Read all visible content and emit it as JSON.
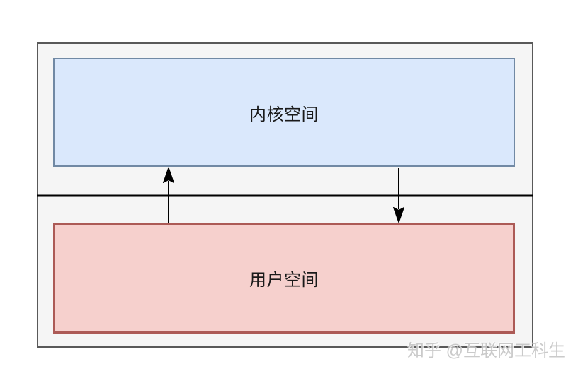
{
  "diagram": {
    "title_implied": "kernel/user space layout",
    "outer_container": {
      "role": "memory-layout-frame"
    },
    "kernel_space": {
      "label": "内核空间"
    },
    "user_space": {
      "label": "用户空间"
    },
    "divider": {
      "role": "kernel-user-boundary-line"
    },
    "arrows": [
      {
        "name": "user-to-kernel",
        "direction": "up"
      },
      {
        "name": "kernel-to-user",
        "direction": "down"
      }
    ]
  },
  "watermark": {
    "text": "知乎 @互联网工科生"
  },
  "colors": {
    "outer_fill": "#f5f5f5",
    "outer_border": "#595959",
    "kernel_fill": "#dae8fc",
    "kernel_border": "#7189a4",
    "user_fill": "#f6d0cd",
    "user_border": "#ac5a56",
    "line_color": "#000000",
    "label_color": "#1a1a1a",
    "watermark_color": "#c6c6c6"
  }
}
